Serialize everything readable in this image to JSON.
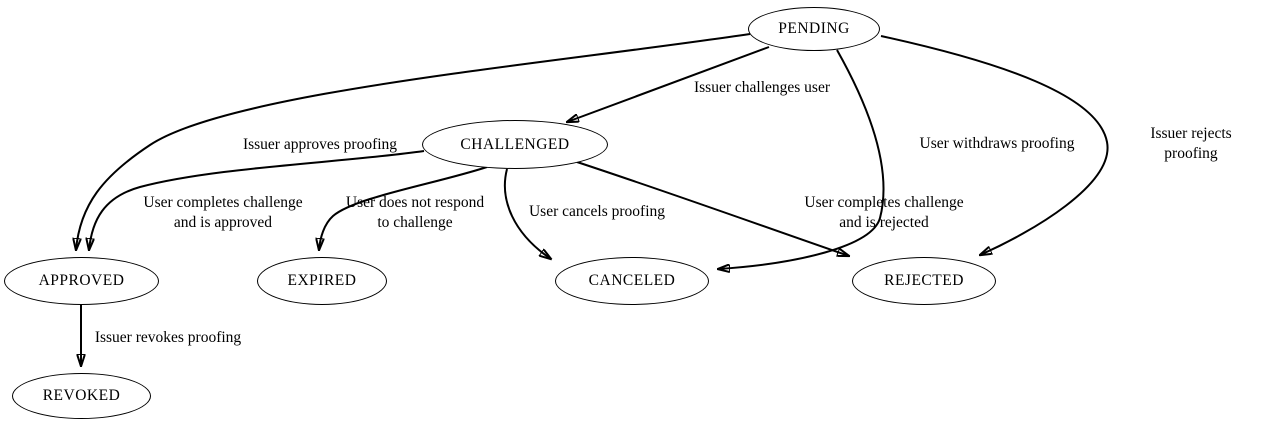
{
  "diagram": {
    "kind": "state-transition-diagram",
    "colors": {
      "background": "#ffffff",
      "node_fill": "#ffffff",
      "node_stroke": "#000000",
      "edge_stroke": "#000000",
      "text": "#000000"
    },
    "nodes": [
      {
        "id": "pending",
        "label": "PENDING"
      },
      {
        "id": "challenged",
        "label": "CHALLENGED"
      },
      {
        "id": "approved",
        "label": "APPROVED"
      },
      {
        "id": "expired",
        "label": "EXPIRED"
      },
      {
        "id": "canceled",
        "label": "CANCELED"
      },
      {
        "id": "rejected",
        "label": "REJECTED"
      },
      {
        "id": "revoked",
        "label": "REVOKED"
      }
    ],
    "edges": [
      {
        "from": "PENDING",
        "to": "CHALLENGED",
        "label": "Issuer challenges user"
      },
      {
        "from": "PENDING",
        "to": "APPROVED",
        "label": "Issuer approves proofing"
      },
      {
        "from": "PENDING",
        "to": "CANCELED",
        "label": "User withdraws proofing"
      },
      {
        "from": "PENDING",
        "to": "REJECTED",
        "label": "Issuer rejects proofing"
      },
      {
        "from": "CHALLENGED",
        "to": "APPROVED",
        "label": "User completes challenge\nand is approved"
      },
      {
        "from": "CHALLENGED",
        "to": "EXPIRED",
        "label": "User does not respond\nto challenge"
      },
      {
        "from": "CHALLENGED",
        "to": "CANCELED",
        "label": "User cancels proofing"
      },
      {
        "from": "CHALLENGED",
        "to": "REJECTED",
        "label": "User completes challenge\nand is rejected"
      },
      {
        "from": "APPROVED",
        "to": "REVOKED",
        "label": "Issuer revokes proofing"
      }
    ]
  }
}
